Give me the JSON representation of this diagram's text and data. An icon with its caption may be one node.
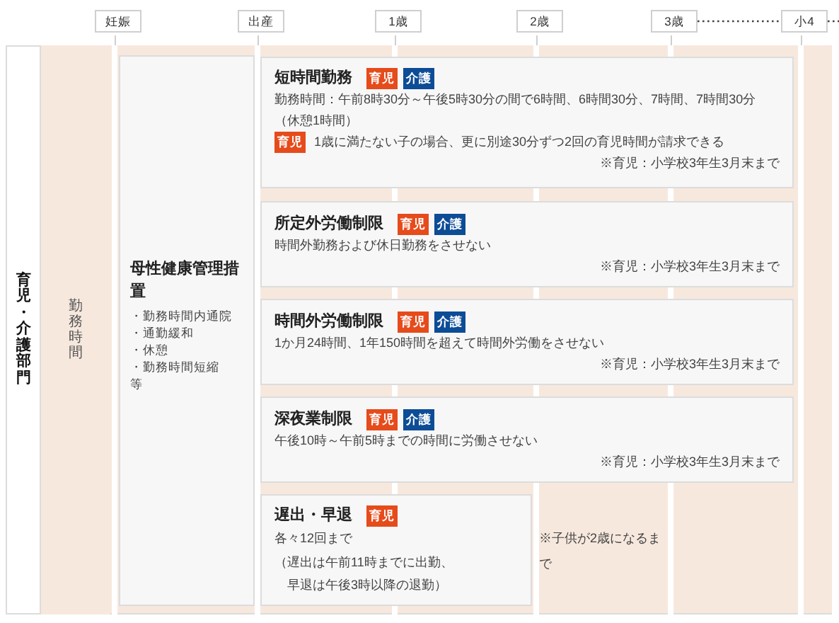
{
  "diagram": {
    "nodes": [
      {
        "text": [
          "妊娠"
        ]
      },
      {
        "text": [
          "出産"
        ]
      },
      {
        "text": [
          "1歳"
        ]
      },
      {
        "text": [
          "2歳"
        ]
      },
      {
        "text": [
          "3歳"
        ]
      },
      {
        "text": [
          "小4"
        ]
      },
      {
        "text": [
          "育児・介護部門"
        ]
      },
      {
        "text": [
          "勤務時間"
        ]
      },
      {
        "text": [
          "母性健康管理措置",
          "・勤務時間内通院",
          "・通勤緩和",
          "・休憩",
          "・勤務時間短縮",
          "等"
        ]
      },
      {
        "text": [
          "短時間勤務",
          "勤務時間：午前8時30分～午後5時30分の間で6時間、6時間30分、7時間、7時間30分",
          "（休憩1時間）",
          "1歳に満たない子の場合、更に別途30分ずつ2回の育児時間が請求できる",
          "※育児：小学校3年生3月末まで"
        ]
      },
      {
        "text": [
          "育児"
        ],
        "in": 9
      },
      {
        "text": [
          "介護"
        ],
        "in": 9
      },
      {
        "text": [
          "育児"
        ],
        "in": 9
      },
      {
        "text": [
          "所定外労働制限",
          "時間外勤務および休日勤務をさせない",
          "※育児：小学校3年生3月末まで"
        ]
      },
      {
        "text": [
          "育児"
        ],
        "in": 13
      },
      {
        "text": [
          "介護"
        ],
        "in": 13
      },
      {
        "text": [
          "時間外労働制限",
          "1か月24時間、1年150時間を超えて時間外労働をさせない",
          "※育児：小学校3年生3月末まで"
        ]
      },
      {
        "text": [
          "育児"
        ],
        "in": 16
      },
      {
        "text": [
          "介護"
        ],
        "in": 16
      },
      {
        "text": [
          "深夜業制限",
          "午後10時～午前5時までの時間に労働させない",
          "※育児：小学校3年生3月末まで"
        ]
      },
      {
        "text": [
          "育児"
        ],
        "in": 19
      },
      {
        "text": [
          "介護"
        ],
        "in": 19
      },
      {
        "text": [
          "遅出・早退",
          "各々12回まで",
          "（遅出は午前11時までに出勤、",
          "早退は午後3時以降の退勤）"
        ]
      },
      {
        "text": [
          "育児"
        ],
        "in": 22
      }
    ],
    "edges": [
      {
        "from": 4,
        "to": 5,
        "arrow": "none",
        "style": "dashed"
      },
      {
        "from": 5,
        "to": null,
        "arrow": "none",
        "style": "dashed"
      }
    ],
    "labels": [
      "※子供が2歳になるまで"
    ]
  }
}
